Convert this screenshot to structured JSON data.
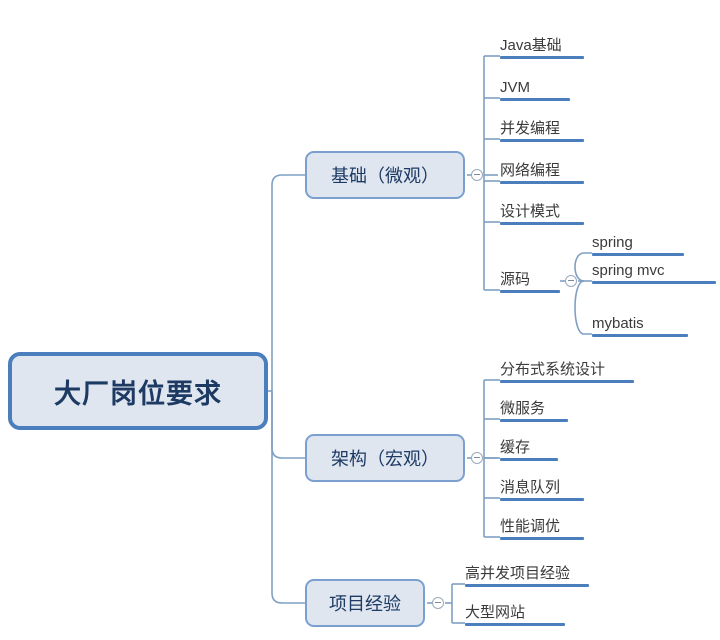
{
  "diagram": {
    "type": "mind-map",
    "title": "大厂岗位要求",
    "background_color": "#ffffff",
    "colors": {
      "root_fill": "#dfe6f0",
      "root_border": "#4a7ebc",
      "root_text": "#1d3a63",
      "branch_fill": "#dfe6f0",
      "branch_border": "#7ba0cf",
      "leaf_text": "#3a3a3a",
      "underline": "#4a7ebc",
      "connector": "#7f9fc4",
      "toggle_stroke": "#9aa9bb"
    }
  },
  "root": {
    "label": "大厂岗位要求"
  },
  "branches": [
    {
      "label": "基础（微观）",
      "toggle": "collapse-minus",
      "children": [
        {
          "label": "Java基础"
        },
        {
          "label": "JVM"
        },
        {
          "label": "并发编程"
        },
        {
          "label": "网络编程"
        },
        {
          "label": "设计模式"
        },
        {
          "label": "源码",
          "toggle": "collapse-minus",
          "children": [
            {
              "label": "spring"
            },
            {
              "label": "spring mvc"
            },
            {
              "label": "mybatis"
            }
          ]
        }
      ]
    },
    {
      "label": "架构（宏观）",
      "toggle": "collapse-minus",
      "children": [
        {
          "label": "分布式系统设计"
        },
        {
          "label": "微服务"
        },
        {
          "label": "缓存"
        },
        {
          "label": "消息队列"
        },
        {
          "label": "性能调优"
        }
      ]
    },
    {
      "label": "项目经验",
      "toggle": "collapse-minus",
      "children": [
        {
          "label": "高并发项目经验"
        },
        {
          "label": "大型网站"
        }
      ]
    }
  ]
}
